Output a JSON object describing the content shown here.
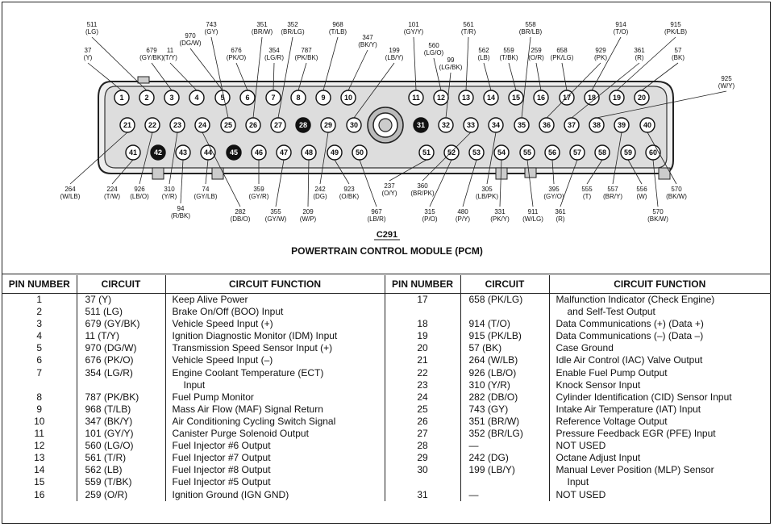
{
  "connector": {
    "id": "C291",
    "name": "POWERTRAIN CONTROL MODULE (PCM)",
    "unused_pins": [
      "28",
      "31",
      "42",
      "45"
    ],
    "row1_pins": [
      "1",
      "2",
      "3",
      "4",
      "5",
      "6",
      "7",
      "8",
      "9",
      "10",
      "11",
      "12",
      "13",
      "14",
      "15",
      "16",
      "17",
      "18",
      "19",
      "20"
    ],
    "row2_pins": [
      "21",
      "22",
      "23",
      "24",
      "25",
      "26",
      "27",
      "28",
      "29",
      "30",
      "31",
      "32",
      "33",
      "34",
      "35",
      "36",
      "37",
      "38",
      "39",
      "40"
    ],
    "row3_pins": [
      "41",
      "42",
      "43",
      "44",
      "45",
      "46",
      "47",
      "48",
      "49",
      "50",
      "51",
      "52",
      "53",
      "54",
      "55",
      "56",
      "57",
      "58",
      "59",
      "60"
    ],
    "wire_labels_top": [
      {
        "pin": "1",
        "label": "37\n(Y)"
      },
      {
        "pin": "2",
        "label": "511\n(LG)"
      },
      {
        "pin": "3",
        "label": "679\n(GY/BK)"
      },
      {
        "pin": "4",
        "label": "11\n(T/Y)"
      },
      {
        "pin": "5",
        "label": "970\n(DG/W)"
      },
      {
        "pin": "6",
        "label": "676\n(PK/O)"
      },
      {
        "pin": "7",
        "label": "354\n(LG/R)"
      },
      {
        "pin": "8",
        "label": "787\n(PK/BK)"
      },
      {
        "pin": "9",
        "label": "968\n(T/LB)"
      },
      {
        "pin": "10",
        "label": "347\n(BK/Y)"
      },
      {
        "pin": "11",
        "label": "101\n(GY/Y)"
      },
      {
        "pin": "12",
        "label": "560\n(LG/O)"
      },
      {
        "pin": "13",
        "label": "561\n(T/R)"
      },
      {
        "pin": "14",
        "label": "562\n(LB)"
      },
      {
        "pin": "15",
        "label": "559\n(T/BK)"
      },
      {
        "pin": "16",
        "label": "259\n(O/R)"
      },
      {
        "pin": "17",
        "label": "658\n(PK/LG)"
      },
      {
        "pin": "18",
        "label": "914\n(T/O)"
      },
      {
        "pin": "19",
        "label": "915\n(PK/LB)"
      },
      {
        "pin": "20",
        "label": "57\n(BK)"
      },
      {
        "pin": "25",
        "label": "743\n(GY)"
      },
      {
        "pin": "26",
        "label": "351\n(BR/W)"
      },
      {
        "pin": "27",
        "label": "352\n(BR/LG)"
      },
      {
        "pin": "30",
        "label": "199\n(LB/Y)"
      },
      {
        "pin": "32",
        "label": "99\n(LG/BK)"
      },
      {
        "pin": "35",
        "label": "558\n(BR/LB)"
      },
      {
        "pin": "36",
        "label": "929\n(PK)"
      },
      {
        "pin": "37",
        "label": "361\n(R)"
      },
      {
        "pin": "38",
        "label": "925\n(W/Y)"
      }
    ],
    "wire_labels_bottom": [
      {
        "pin": "21",
        "label": "264\n(W/LB)"
      },
      {
        "pin": "41",
        "label": "224\n(T/W)"
      },
      {
        "pin": "22",
        "label": "926\n(LB/O)"
      },
      {
        "pin": "23",
        "label": "310\n(Y/R)"
      },
      {
        "pin": "43",
        "label": "94\n(R/BK)"
      },
      {
        "pin": "44",
        "label": "74\n(GY/LB)"
      },
      {
        "pin": "24",
        "label": "282\n(DB/O)"
      },
      {
        "pin": "46",
        "label": "359\n(GY/R)"
      },
      {
        "pin": "47",
        "label": "355\n(GY/W)"
      },
      {
        "pin": "48",
        "label": "209\n(W/P)"
      },
      {
        "pin": "29",
        "label": "242\n(DG)"
      },
      {
        "pin": "49",
        "label": "923\n(O/BK)"
      },
      {
        "pin": "50",
        "label": "967\n(LB/R)"
      },
      {
        "pin": "51",
        "label": "237\n(O/Y)"
      },
      {
        "pin": "33",
        "label": "360\n(BR/PK)"
      },
      {
        "pin": "52",
        "label": "315\n(P/O)"
      },
      {
        "pin": "53",
        "label": "480\n(P/Y)"
      },
      {
        "pin": "34",
        "label": "305\n(LB/PK)"
      },
      {
        "pin": "54",
        "label": "331\n(PK/Y)"
      },
      {
        "pin": "55",
        "label": "911\n(W/LG)"
      },
      {
        "pin": "56",
        "label": "395\n(GY/O)"
      },
      {
        "pin": "57",
        "label": "361\n(R)"
      },
      {
        "pin": "58",
        "label": "555\n(T)"
      },
      {
        "pin": "39",
        "label": "557\n(BR/Y)"
      },
      {
        "pin": "59",
        "label": "556\n(W)"
      },
      {
        "pin": "40",
        "label": "570\n(BK/W)"
      },
      {
        "pin": "60",
        "label": "570\n(BK/W)"
      }
    ]
  },
  "table": {
    "headers": [
      "PIN NUMBER",
      "CIRCUIT",
      "CIRCUIT FUNCTION",
      "PIN NUMBER",
      "CIRCUIT",
      "CIRCUIT FUNCTION"
    ],
    "left_rows": [
      {
        "pin": "1",
        "circuit": "37 (Y)",
        "function": "Keep Alive Power"
      },
      {
        "pin": "2",
        "circuit": "511 (LG)",
        "function": "Brake On/Off (BOO) Input"
      },
      {
        "pin": "3",
        "circuit": "679 (GY/BK)",
        "function": "Vehicle Speed Input (+)"
      },
      {
        "pin": "4",
        "circuit": "11 (T/Y)",
        "function": "Ignition Diagnostic Monitor (IDM) Input"
      },
      {
        "pin": "5",
        "circuit": "970 (DG/W)",
        "function": "Transmission Speed Sensor Input (+)"
      },
      {
        "pin": "6",
        "circuit": "676 (PK/O)",
        "function": "Vehicle Speed Input (–)"
      },
      {
        "pin": "7",
        "circuit": "354 (LG/R)",
        "function": "Engine Coolant Temperature (ECT)",
        "function_cont": "Input"
      },
      {
        "pin": "8",
        "circuit": "787 (PK/BK)",
        "function": "Fuel Pump Monitor"
      },
      {
        "pin": "9",
        "circuit": "968 (T/LB)",
        "function": "Mass Air Flow (MAF) Signal Return"
      },
      {
        "pin": "10",
        "circuit": "347 (BK/Y)",
        "function": "Air Conditioning Cycling Switch Signal"
      },
      {
        "pin": "11",
        "circuit": "101 (GY/Y)",
        "function": "Canister Purge Solenoid Output"
      },
      {
        "pin": "12",
        "circuit": "560 (LG/O)",
        "function": "Fuel Injector #6 Output"
      },
      {
        "pin": "13",
        "circuit": "561 (T/R)",
        "function": "Fuel Injector #7 Output"
      },
      {
        "pin": "14",
        "circuit": "562 (LB)",
        "function": "Fuel Injector #8 Output"
      },
      {
        "pin": "15",
        "circuit": "559 (T/BK)",
        "function": "Fuel Injector #5 Output"
      },
      {
        "pin": "16",
        "circuit": "259 (O/R)",
        "function": "Ignition Ground (IGN GND)"
      }
    ],
    "right_rows": [
      {
        "pin": "17",
        "circuit": "658 (PK/LG)",
        "function": "Malfunction Indicator (Check Engine)",
        "function_cont": "and Self-Test Output"
      },
      {
        "pin": "18",
        "circuit": "914 (T/O)",
        "function": "Data Communications (+) (Data +)"
      },
      {
        "pin": "19",
        "circuit": "915 (PK/LB)",
        "function": "Data Communications (–) (Data –)"
      },
      {
        "pin": "20",
        "circuit": "57 (BK)",
        "function": "Case Ground"
      },
      {
        "pin": "21",
        "circuit": "264 (W/LB)",
        "function": "Idle Air Control (IAC) Valve Output"
      },
      {
        "pin": "22",
        "circuit": "926 (LB/O)",
        "function": "Enable Fuel Pump Output"
      },
      {
        "pin": "23",
        "circuit": "310 (Y/R)",
        "function": "Knock Sensor Input"
      },
      {
        "pin": "24",
        "circuit": "282 (DB/O)",
        "function": "Cylinder Identification (CID) Sensor Input"
      },
      {
        "pin": "25",
        "circuit": "743 (GY)",
        "function": "Intake Air Temperature (IAT) Input"
      },
      {
        "pin": "26",
        "circuit": "351 (BR/W)",
        "function": "Reference Voltage Output"
      },
      {
        "pin": "27",
        "circuit": "352 (BR/LG)",
        "function": "Pressure Feedback EGR (PFE) Input"
      },
      {
        "pin": "28",
        "circuit": "—",
        "function": "NOT USED"
      },
      {
        "pin": "29",
        "circuit": "242 (DG)",
        "function": "Octane Adjust Input"
      },
      {
        "pin": "30",
        "circuit": "199 (LB/Y)",
        "function": "Manual Lever Position (MLP) Sensor",
        "function_cont": "Input"
      },
      {
        "pin": "31",
        "circuit": "—",
        "function": "NOT USED"
      }
    ]
  }
}
